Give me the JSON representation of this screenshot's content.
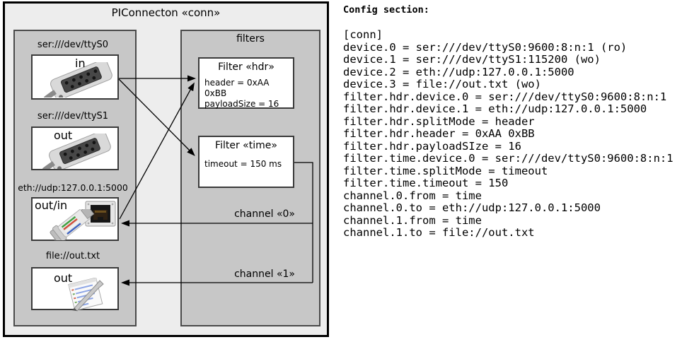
{
  "diagram": {
    "title": "PIConnecton «conn»",
    "devices": [
      {
        "label": "ser:///dev/ttyS0",
        "direction": "in",
        "icon": "serial-connector"
      },
      {
        "label": "ser:///dev/ttyS1",
        "direction": "out",
        "icon": "serial-connector"
      },
      {
        "label": "eth://udp:127.0.0.1:5000",
        "direction": "out/in",
        "icon": "ethernet-connector"
      },
      {
        "label": "file://out.txt",
        "direction": "out",
        "icon": "notepad"
      }
    ],
    "filters_label": "filters",
    "filters": [
      {
        "title": "Filter «hdr»",
        "props": [
          "header = 0xAA 0xBB",
          "payloadSize = 16"
        ]
      },
      {
        "title": "Filter «time»",
        "props": [
          "timeout = 150 ms"
        ]
      }
    ],
    "channels": [
      {
        "label": "channel «0»"
      },
      {
        "label": "channel «1»"
      }
    ],
    "colors": {
      "diagram_bg": "#ededed",
      "group_bg": "#c7c7c7",
      "box_bg": "#ffffff",
      "group_border": "#4a4a4a",
      "outer_border": "#000000"
    }
  },
  "config": {
    "heading": "Config section:",
    "lines": [
      "[conn]",
      "device.0 = ser:///dev/ttyS0:9600:8:n:1 (ro)",
      "device.1 = ser:///dev/ttyS1:115200 (wo)",
      "device.2 = eth://udp:127.0.0.1:5000",
      "device.3 = file://out.txt (wo)",
      "filter.hdr.device.0 = ser:///dev/ttyS0:9600:8:n:1",
      "filter.hdr.device.1 = eth://udp:127.0.0.1:5000",
      "filter.hdr.splitMode = header",
      "filter.hdr.header = 0xAA 0xBB",
      "filter.hdr.payloadSIze = 16",
      "filter.time.device.0 = ser:///dev/ttyS0:9600:8:n:1",
      "filter.time.splitMode = timeout",
      "filter.time.timeout = 150",
      "channel.0.from = time",
      "channel.0.to = eth://udp:127.0.0.1:5000",
      "channel.1.from = time",
      "channel.1.to = file://out.txt"
    ]
  }
}
